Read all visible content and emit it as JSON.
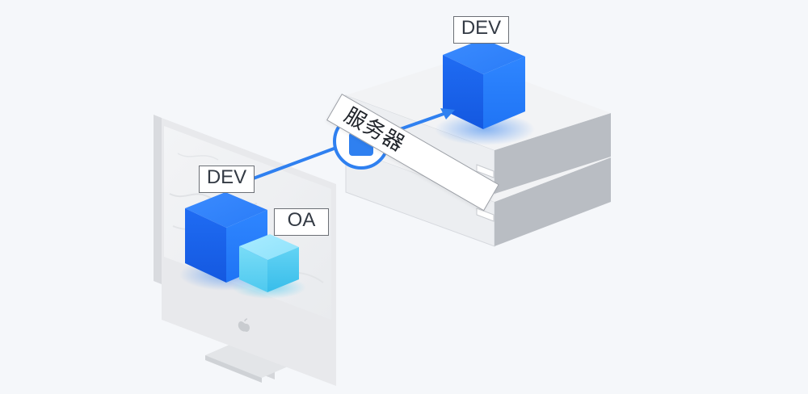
{
  "labels": {
    "server_dev": "DEV",
    "server_name": "服务器",
    "client_dev": "DEV",
    "client_oa": "OA"
  },
  "icons": {
    "lock": "lock-icon",
    "apple": "apple-logo-icon"
  },
  "colors": {
    "background": "#f5f7fa",
    "connection_line": "#2f80f0",
    "dev_cube": "#1a6ff5",
    "oa_cube": "#5ad2f2",
    "server_body": "#e4e6ea",
    "monitor_body": "#e8e9ec"
  }
}
